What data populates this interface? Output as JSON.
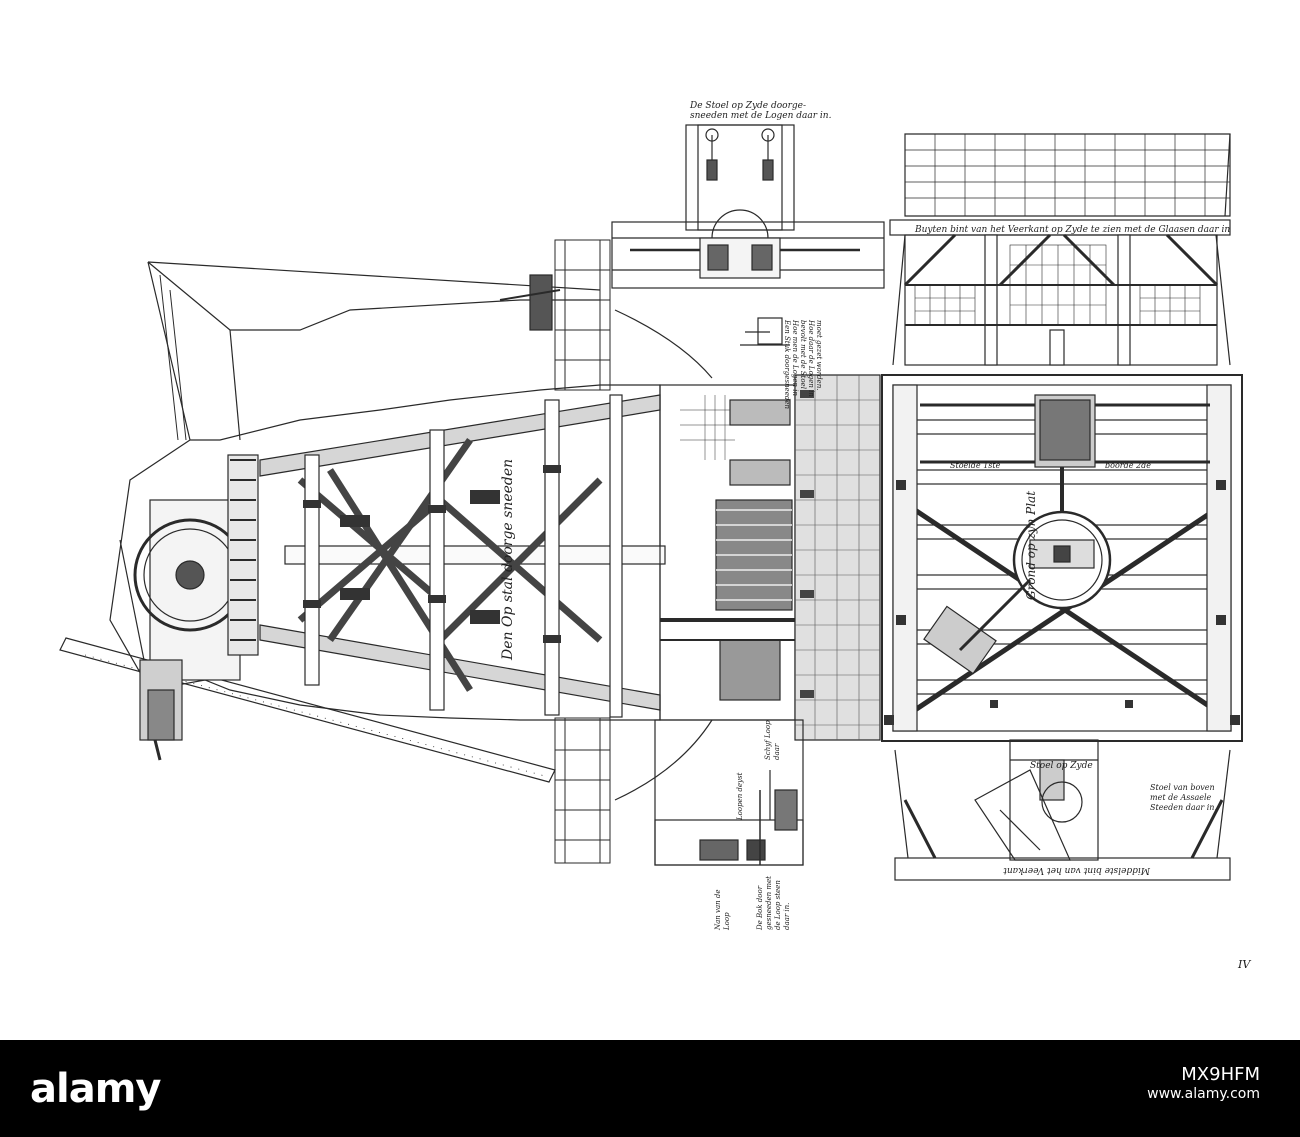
{
  "labels": {
    "stoel_side_section": [
      "De Stoel op Zyde doorge-",
      "sneeden met de Logen daar in."
    ],
    "outer_bent": "Buyten bint van het Veerkant op Zyde te zien met de Glaasen daar in",
    "stuk_doorgesneden": [
      "Een Stuk doorgesneeden",
      "Hoe men de Logen in",
      "bevolt met de Stoel",
      "Hoe daar de Logen in",
      "moet gezet worden."
    ],
    "stoel_boven": [
      "Stoel van boven",
      "met de Assaele",
      "Steeden daar in."
    ],
    "stoel_op_zyde": "Stoel op Zyde",
    "middelste_bint": "Middelste bint van het Veerkant",
    "doorgesneden": "Den Op stal doorge sneeden",
    "grond_plat": "Grond op zyn Plat",
    "stoelde_1": "Stoelde 1ste",
    "boorde": "boorde 2de",
    "schyf_loop": [
      "Schyf Loop",
      "daar"
    ],
    "loopen_deyst": "Loopen deyst",
    "de_bok": [
      "De Bok door",
      "gesneeden met",
      "de Loop steen",
      "daar in."
    ],
    "nan_vande": [
      "Nan van de",
      "Loop"
    ],
    "plate_number": "IV"
  },
  "footer": {
    "logo": "alamy",
    "image_id": "MX9HFM",
    "url": "www.alamy.com"
  }
}
